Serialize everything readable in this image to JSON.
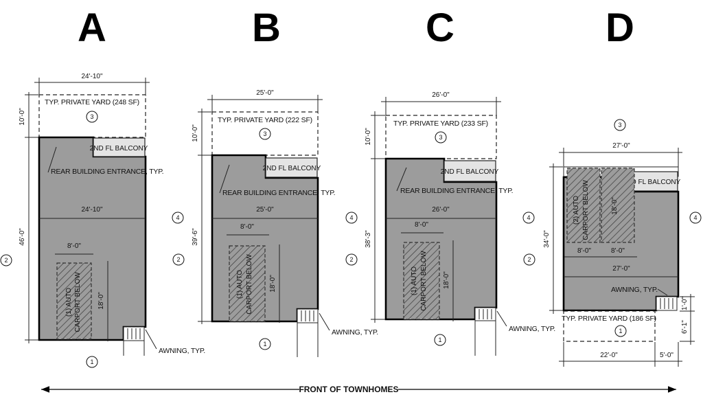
{
  "units": {
    "a": {
      "letter": "A",
      "yard_label": "TYP. PRIVATE YARD (248 SF)",
      "balcony_label": "2ND FL BALCONY",
      "entrance_label": "REAR BUILDING ENTRANCE, TYP.",
      "carport_line1": "(1) AUTO",
      "carport_line2": "CARPORT BELOW",
      "awning_label": "AWNING, TYP.",
      "dims": {
        "top_width": "24'-10\"",
        "inner_width": "24'-10\"",
        "yard_depth": "10'-0\"",
        "bldg_depth": "46'-0\"",
        "carport_width": "8'-0\"",
        "carport_depth": "18'-0\""
      }
    },
    "b": {
      "letter": "B",
      "yard_label": "TYP. PRIVATE YARD (222 SF)",
      "balcony_label": "2ND FL BALCONY",
      "entrance_label": "REAR BUILDING ENTRANCE, TYP.",
      "carport_line1": "(1) AUTO",
      "carport_line2": "CARPORT BELOW",
      "awning_label": "AWNING, TYP.",
      "dims": {
        "top_width": "25'-0\"",
        "inner_width": "25'-0\"",
        "yard_depth": "10'-0\"",
        "bldg_depth": "39'-6\"",
        "carport_width": "8'-0\"",
        "carport_depth": "18'-0\""
      }
    },
    "c": {
      "letter": "C",
      "yard_label": "TYP. PRIVATE YARD (233 SF)",
      "balcony_label": "2ND FL BALCONY",
      "entrance_label": "REAR BUILDING ENTRANCE, TYP.",
      "carport_line1": "(1) AUTO",
      "carport_line2": "CARPORT BELOW",
      "awning_label": "AWNING, TYP.",
      "dims": {
        "top_width": "26'-0\"",
        "inner_width": "26'-0\"",
        "yard_depth": "10'-0\"",
        "bldg_depth": "38'-3\"",
        "carport_width": "8'-0\"",
        "carport_depth": "18'-0\""
      }
    },
    "d": {
      "letter": "D",
      "yard_label": "TYP. PRIVATE YARD (186 SF)",
      "balcony_label": "2ND FL BALCONY",
      "carport_line1": "(2) AUTO",
      "carport_line2": "CARPORT BELOW",
      "awning_label": "AWNING, TYP.",
      "dims": {
        "top_width": "27'-0\"",
        "inner_width": "27'-0\"",
        "bldg_depth": "34'-0\"",
        "carport_depth": "18'-0\"",
        "carport_w1": "8'-0\"",
        "carport_w2": "8'-0\"",
        "bottom_left": "22'-0\"",
        "bottom_right": "5'-0\"",
        "right_top": "1'-0\"",
        "right_bottom": "6'-1\""
      }
    }
  },
  "bubbles": {
    "b1": "1",
    "b2": "2",
    "b3": "3",
    "b4": "4"
  },
  "front_label": "FRONT OF TOWNHOMES"
}
